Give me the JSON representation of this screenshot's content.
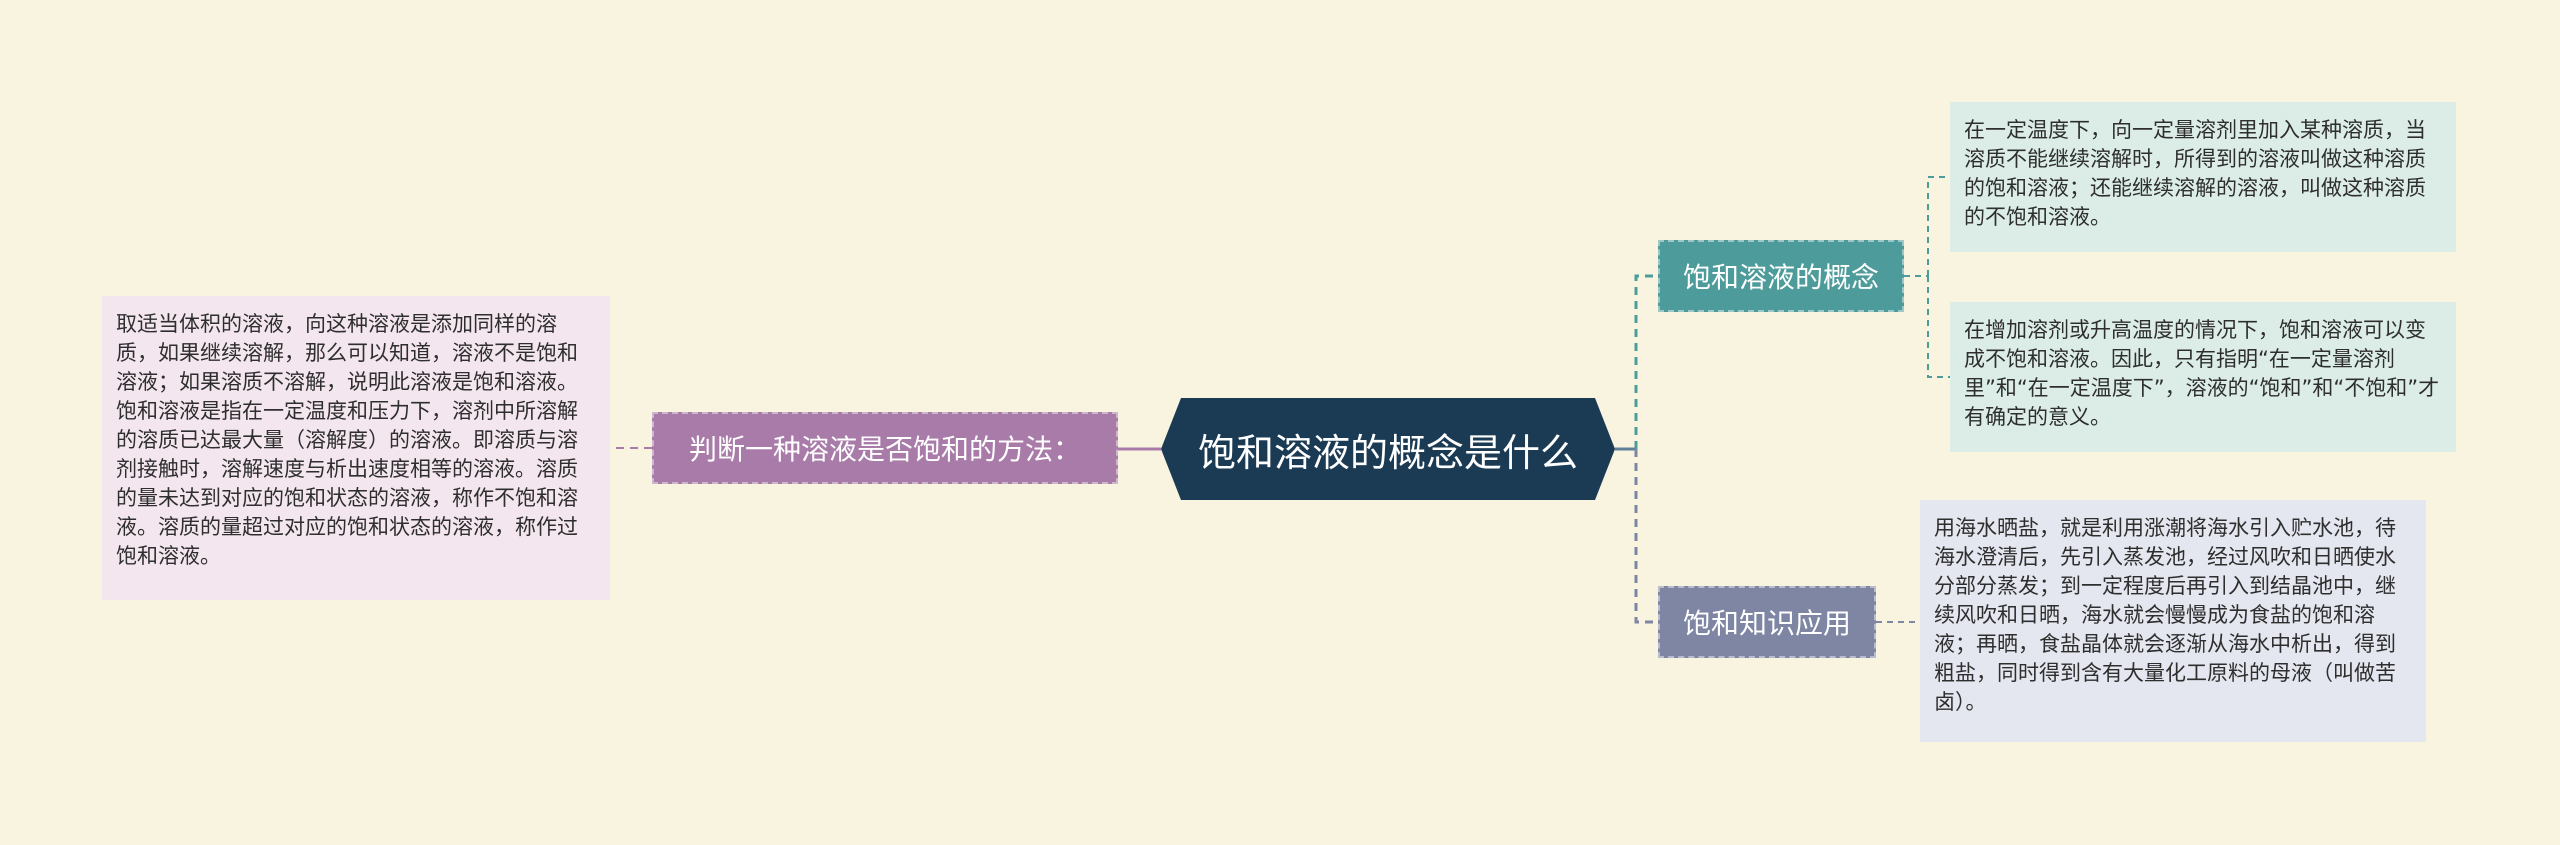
{
  "root": {
    "label": "饱和溶液的概念是什么"
  },
  "branches": {
    "left": {
      "label": "判断一种溶液是否饱和的方法："
    },
    "concept": {
      "label": "饱和溶液的概念"
    },
    "application": {
      "label": "饱和知识应用"
    }
  },
  "leaves": {
    "left": "取适当体积的溶液，向这种溶液是添加同样的溶质，如果继续溶解，那么可以知道，溶液不是饱和溶液；如果溶质不溶解，说明此溶液是饱和溶液。饱和溶液是指在一定温度和压力下，溶剂中所溶解的溶质已达最大量（溶解度）的溶液。即溶质与溶剂接触时，溶解速度与析出速度相等的溶液。溶质的量未达到对应的饱和状态的溶液，称作不饱和溶液。溶质的量超过对应的饱和状态的溶液，称作过饱和溶液。",
    "concept_1": "在一定温度下，向一定量溶剂里加入某种溶质，当溶质不能继续溶解时，所得到的溶液叫做这种溶质的饱和溶液；还能继续溶解的溶液，叫做这种溶质的不饱和溶液。",
    "concept_2": "在增加溶剂或升高温度的情况下，饱和溶液可以变成不饱和溶液。因此，只有指明“在一定量溶剂里”和“在一定温度下”，溶液的“饱和”和“不饱和”才有确定的意义。",
    "application": "用海水晒盐，就是利用涨潮将海水引入贮水池，待海水澄清后，先引入蒸发池，经过风吹和日晒使水分部分蒸发；到一定程度后再引入到结晶池中，继续风吹和日晒，海水就会慢慢成为食盐的饱和溶液；再晒，食盐晶体就会逐渐从海水中析出，得到粗盐，同时得到含有大量化工原料的母液（叫做苦卤）。"
  },
  "colors": {
    "background": "#f9f4df",
    "root": "#1b3b55",
    "left_branch": "#a97ba9",
    "concept_branch": "#4d9b9a",
    "application_branch": "#7e86a3",
    "left_leaf": "#f3e6ee",
    "concept_leaf": "#dcede8",
    "application_leaf": "#e4e7ef"
  }
}
